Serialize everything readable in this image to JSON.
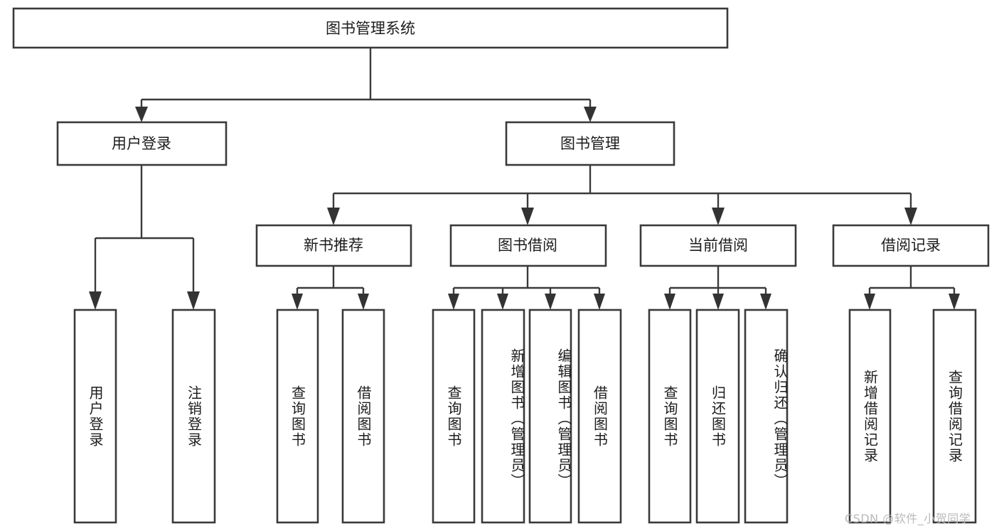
{
  "diagram": {
    "title": "图书管理系统",
    "type": "tree-hierarchy-diagram",
    "root": {
      "label": "图书管理系统"
    },
    "level2": [
      {
        "label": "用户登录"
      },
      {
        "label": "图书管理"
      }
    ],
    "level3": [
      {
        "label": "新书推荐"
      },
      {
        "label": "图书借阅"
      },
      {
        "label": "当前借阅"
      },
      {
        "label": "借阅记录"
      }
    ],
    "leaves": {
      "user_login": [
        {
          "label": "用户登录"
        },
        {
          "label": "注销登录"
        }
      ],
      "new_book_recommend": [
        {
          "label": "查询图书"
        },
        {
          "label": "借阅图书"
        }
      ],
      "book_borrow": [
        {
          "label": "查询图书"
        },
        {
          "label": "新增图书（管理员）"
        },
        {
          "label": "编辑图书（管理员）"
        },
        {
          "label": "借阅图书"
        }
      ],
      "current_borrow": [
        {
          "label": "查询图书"
        },
        {
          "label": "归还图书"
        },
        {
          "label": "确认归还（管理员）"
        }
      ],
      "borrow_record": [
        {
          "label": "新增借阅记录"
        },
        {
          "label": "查询借阅记录"
        }
      ]
    }
  },
  "watermark": {
    "text": "CSDN @软件_小贺同学"
  },
  "colors": {
    "stroke": "#3a3a3a",
    "box_fill": "#ffffff",
    "text": "#1c1c1c",
    "watermark": "#b9b9b9",
    "background": "#ffffff"
  }
}
